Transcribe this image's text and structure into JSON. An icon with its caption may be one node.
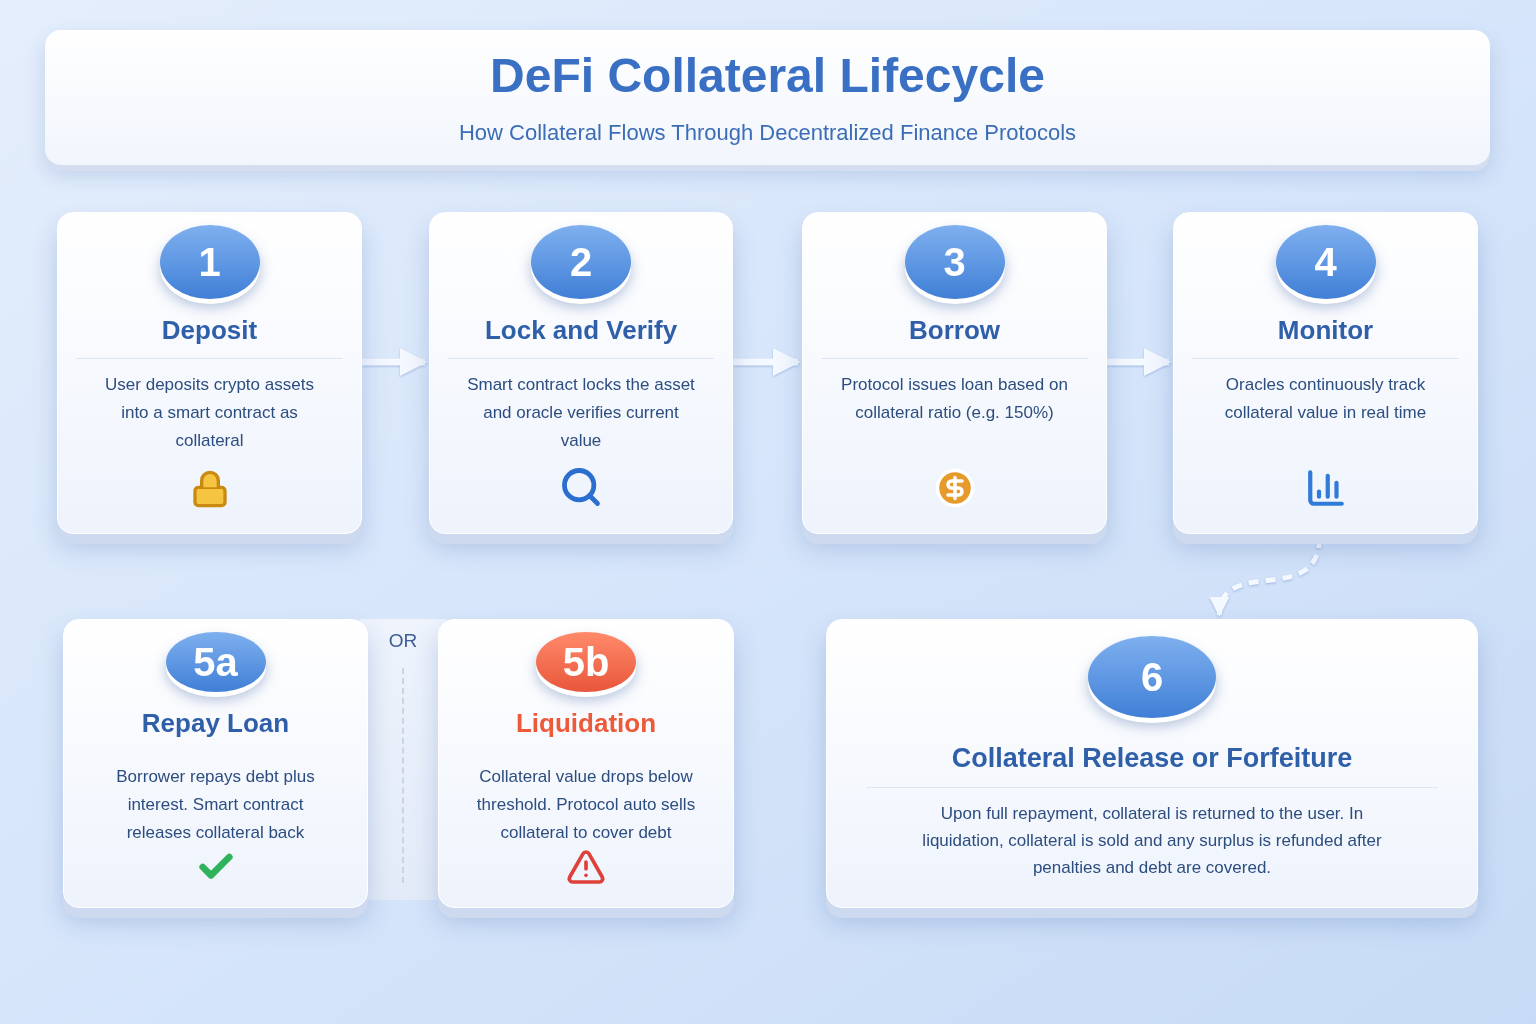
{
  "diagram": {
    "title": "DeFi Collateral Lifecycle",
    "nodes": [
      {
        "text": [
          "1",
          "Deposit",
          "User deposits crypto assets into a smart contract as collateral"
        ]
      },
      {
        "text": [
          "2",
          "Lock and Verify",
          "Smart contract locks the asset and oracle verifies current value"
        ]
      },
      {
        "text": [
          "3",
          "Borrow",
          "Protocol issues loan based on collateral ratio (e.g. 150%)"
        ]
      },
      {
        "text": [
          "4",
          "Monitor",
          "Oracles continuously track collateral value in real time"
        ]
      },
      {
        "text": [
          "5a",
          "Repay Loan",
          "Borrower repays debt plus interest. Smart contract releases collateral back"
        ]
      },
      {
        "text": [
          "5b",
          "Liquidation",
          "Collateral value drops below threshold. Protocol auto sells collateral to cover debt"
        ]
      },
      {
        "text": [
          "6",
          "Collateral Release or Forfeiture",
          "Upon full repayment, collateral is returned to the user. In liquidation, collateral is sold and any surplus is refunded after penalties and debt are covered."
        ]
      }
    ],
    "edges": [
      {
        "from": 0,
        "to": 1,
        "arrow": "to"
      },
      {
        "from": 1,
        "to": 2,
        "arrow": "to"
      },
      {
        "from": 2,
        "to": 3,
        "arrow": "to"
      },
      {
        "from": 3,
        "to": 6,
        "arrow": "to",
        "style": "dashed"
      }
    ],
    "labels": [
      "How Collateral Flows Through Decentralized Finance Protocols",
      "OR"
    ]
  }
}
